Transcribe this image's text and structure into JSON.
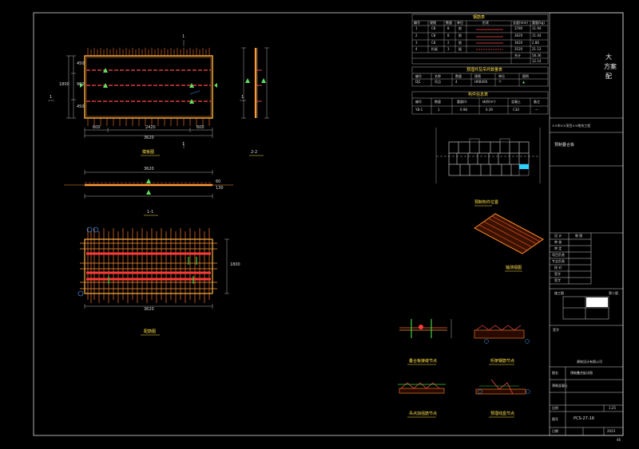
{
  "drawing": {
    "sheet_no": "PCS-27-16",
    "page": "46",
    "scale_text": "1:25",
    "year": "2023",
    "stamp": {
      "line1": "大",
      "line2": "方案",
      "line3": "配"
    },
    "project_label": "预制叠合板",
    "project_sub": "××市××项目××地块工程",
    "panel_title": "预制混凝土",
    "views": {
      "template_plan": "模板图",
      "section_1": "1-1",
      "section_2": "2-2",
      "rebar_plan": "配筋图",
      "key_plan": "预制构件位置",
      "iso_view": "轴测视图",
      "detail_a": "叠合板接缝节点",
      "detail_b": "桁架钢筋节点",
      "detail_c": "吊点加强筋节点",
      "detail_d": "预埋线盒节点"
    },
    "section_markers": {
      "top": "1",
      "bottom": "1",
      "left": "1",
      "right": "1"
    },
    "dims": {
      "width_total": "3620",
      "width_left": "600",
      "width_mid": "2420",
      "width_right": "600",
      "height_total": "1800",
      "h1": "450",
      "h2": "900",
      "h3": "450",
      "sec_len": "3620",
      "sec_t": "60",
      "sec_t2": "130",
      "rebar_w": "3620",
      "rebar_h": "1800"
    },
    "tables": {
      "rebar_title": "钢筋表",
      "rebar_cols": [
        "编号",
        "规格",
        "数量",
        "单位",
        "形状",
        "长度(mm)",
        "重量(kg)"
      ],
      "rebar_rows": [
        [
          "1",
          "C8",
          "8",
          "根",
          "",
          "3780",
          "11.94"
        ],
        [
          "2",
          "C8",
          "8",
          "根",
          "",
          "3620",
          "11.44"
        ],
        [
          "3",
          "C8",
          "2",
          "根",
          "",
          "3620",
          "2.86"
        ],
        [
          "4",
          "桁架",
          "3",
          "榀",
          "",
          "3520",
          "21.12"
        ]
      ],
      "rebar_total_label": "合计",
      "rebar_total": "58.36",
      "rebar_total2": "12.14",
      "embed_title": "预埋件及吊件数量表",
      "embed_cols": [
        "编号",
        "名称",
        "数量",
        "规格",
        "单位",
        "图例"
      ],
      "embed_row": [
        "DJ1",
        "吊点",
        "4",
        "HRB400",
        "个",
        "▲"
      ],
      "info_title": "构件信息表",
      "info_cols": [
        "编号",
        "数量",
        "重量(t)",
        "体积(m³)",
        "混凝土",
        "备注"
      ],
      "info_row": [
        "YB-1",
        "1",
        "0.98",
        "0.39",
        "C30",
        "—"
      ]
    },
    "title_block": {
      "r1a": "设 计",
      "r1b": "制 图",
      "r2": "审 核",
      "r3": "审 定",
      "r4": "项目负责",
      "r5": "专业负责",
      "r6": "校 对",
      "stage": "施工图",
      "stage_val": "第二版",
      "dwg_name_label": "图名",
      "dwg_name": "预制叠合板详图",
      "dwg_no_label": "图号",
      "scale_label": "比例",
      "date_label": "日期",
      "sign1": "签字",
      "sign2": "签字",
      "sign3": "签字",
      "company": "建筑设计有限公司"
    }
  }
}
